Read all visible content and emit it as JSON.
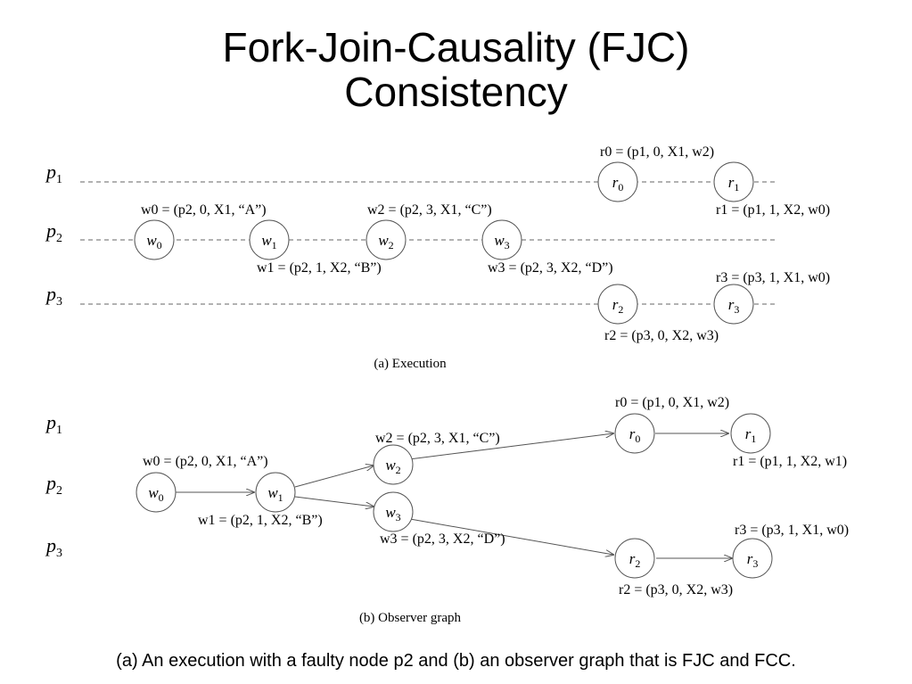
{
  "slide": {
    "title_line1": "Fork-Join-Causality (FJC)",
    "title_line2": "Consistency",
    "caption": "(a) An execution with a faulty node p2 and (b) an observer graph that is FJC and FCC."
  },
  "execution": {
    "subcaption": "(a) Execution",
    "processes": [
      {
        "id": "p1",
        "base": "p",
        "sub": "1"
      },
      {
        "id": "p2",
        "base": "p",
        "sub": "2"
      },
      {
        "id": "p3",
        "base": "p",
        "sub": "3"
      }
    ],
    "nodes": [
      {
        "id": "w0",
        "base": "w",
        "sub": "0",
        "process": "p2",
        "label": "w0 = (p2, 0, X1, “A”)",
        "label_pos": "above"
      },
      {
        "id": "w1",
        "base": "w",
        "sub": "1",
        "process": "p2",
        "label": "w1 = (p2, 1, X2, “B”)",
        "label_pos": "below"
      },
      {
        "id": "w2",
        "base": "w",
        "sub": "2",
        "process": "p2",
        "label": "w2 = (p2, 3, X1, “C”)",
        "label_pos": "above"
      },
      {
        "id": "w3",
        "base": "w",
        "sub": "3",
        "process": "p2",
        "label": "w3 = (p2, 3, X2, “D”)",
        "label_pos": "below"
      },
      {
        "id": "r0",
        "base": "r",
        "sub": "0",
        "process": "p1",
        "label": "r0 = (p1, 0, X1, w2)",
        "label_pos": "above"
      },
      {
        "id": "r1",
        "base": "r",
        "sub": "1",
        "process": "p1",
        "label": "r1 = (p1, 1, X2, w0)",
        "label_pos": "below"
      },
      {
        "id": "r2",
        "base": "r",
        "sub": "2",
        "process": "p3",
        "label": "r2 = (p3, 0, X2, w3)",
        "label_pos": "below"
      },
      {
        "id": "r3",
        "base": "r",
        "sub": "3",
        "process": "p3",
        "label": "r3 = (p3, 1, X1, w0)",
        "label_pos": "above"
      }
    ]
  },
  "observer": {
    "subcaption": "(b) Observer graph",
    "processes": [
      {
        "id": "p1",
        "base": "p",
        "sub": "1"
      },
      {
        "id": "p2",
        "base": "p",
        "sub": "2"
      },
      {
        "id": "p3",
        "base": "p",
        "sub": "3"
      }
    ],
    "nodes": [
      {
        "id": "w0",
        "base": "w",
        "sub": "0",
        "label": "w0 = (p2, 0, X1, “A”)"
      },
      {
        "id": "w1",
        "base": "w",
        "sub": "1",
        "label": "w1 = (p2, 1, X2, “B”)"
      },
      {
        "id": "w2",
        "base": "w",
        "sub": "2",
        "label": "w2 = (p2, 3, X1, “C”)"
      },
      {
        "id": "w3",
        "base": "w",
        "sub": "3",
        "label": "w3 = (p2, 3, X2, “D”)"
      },
      {
        "id": "r0",
        "base": "r",
        "sub": "0",
        "label": "r0 = (p1, 0, X1, w2)"
      },
      {
        "id": "r1",
        "base": "r",
        "sub": "1",
        "label": "r1 = (p1, 1, X2, w1)"
      },
      {
        "id": "r2",
        "base": "r",
        "sub": "2",
        "label": "r2 = (p3, 0, X2, w3)"
      },
      {
        "id": "r3",
        "base": "r",
        "sub": "3",
        "label": "r3 = (p3, 1, X1, w0)"
      }
    ],
    "edges": [
      {
        "from": "w0",
        "to": "w1"
      },
      {
        "from": "w1",
        "to": "w2"
      },
      {
        "from": "w1",
        "to": "w3"
      },
      {
        "from": "w2",
        "to": "r0"
      },
      {
        "from": "r0",
        "to": "r1"
      },
      {
        "from": "w3",
        "to": "r2"
      },
      {
        "from": "r2",
        "to": "r3"
      }
    ]
  }
}
